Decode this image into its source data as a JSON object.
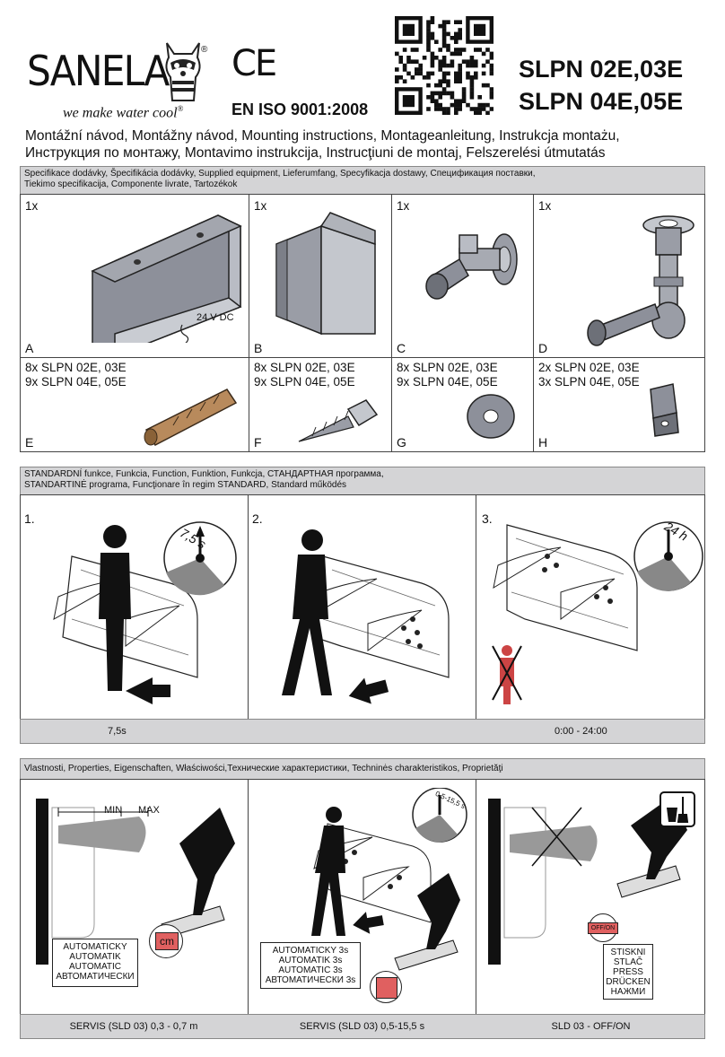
{
  "header": {
    "brand": "SANELA",
    "tagline": "we make water cool",
    "registered": "®",
    "ce_mark": "CE",
    "iso": "EN ISO 9001:2008",
    "model_line1": "SLPN 02E,03E",
    "model_line2": "SLPN 04E,05E",
    "instructions_line1": "Montážní návod, Montážny návod, Mounting instructions, Montageanleitung, Instrukcja montażu,",
    "instructions_line2": "Инструкция по монтажу, Montavimo instrukcija, Instrucţiuni de montaj, Felszerelési útmutatás"
  },
  "supplied": {
    "title_line1": "Specifikace dodávky, Špecifikácia dodávky, Supplied equipment, Lieferumfang, Specyfikacja dostawy, Спецификация поставки,",
    "title_line2": "Tiekimo specifikacija, Componente livrate, Tartozékok",
    "items": [
      {
        "qty1": "1x",
        "qty2": "",
        "letter": "A",
        "icon": "urinal-trough",
        "note": "24 V DC"
      },
      {
        "qty1": "1x",
        "qty2": "",
        "letter": "B",
        "icon": "cover-bracket",
        "note": ""
      },
      {
        "qty1": "1x",
        "qty2": "",
        "letter": "C",
        "icon": "angle-valve",
        "note": ""
      },
      {
        "qty1": "1x",
        "qty2": "",
        "letter": "D",
        "icon": "siphon-trap",
        "note": ""
      },
      {
        "qty1": "8x SLPN 02E, 03E",
        "qty2": "9x SLPN 04E, 05E",
        "letter": "E",
        "icon": "wall-plug",
        "note": ""
      },
      {
        "qty1": "8x SLPN 02E, 03E",
        "qty2": "9x SLPN 04E, 05E",
        "letter": "F",
        "icon": "screw",
        "note": ""
      },
      {
        "qty1": "8x SLPN 02E, 03E",
        "qty2": "9x SLPN 04E, 05E",
        "letter": "G",
        "icon": "washer",
        "note": ""
      },
      {
        "qty1": "2x SLPN 02E, 03E",
        "qty2": "3x SLPN 04E, 05E",
        "letter": "H",
        "icon": "mounting-plate",
        "note": ""
      }
    ]
  },
  "standard": {
    "title_line1": "STANDARDNÍ funkce, Funkcia, Function, Funktion, Funkcja, СТАНДАРТНАЯ программа,",
    "title_line2": "STANDARTINĖ programa, Funcţionare în regim STANDARD, Standard működés",
    "steps": [
      {
        "num": "1.",
        "timer": "7,5 s"
      },
      {
        "num": "2.",
        "timer": ""
      },
      {
        "num": "3.",
        "timer": "24 h"
      }
    ],
    "caption_left": "7,5s",
    "caption_right": "0:00 - 24:00"
  },
  "properties": {
    "title": "Vlastnosti, Properties, Eigenschaften, Właściwości,Технические характеристики, Techninės charakteristikos, Proprietăţi",
    "panel1": {
      "min": "MIN",
      "max": "MAX",
      "badge": "cm",
      "labels": [
        "AUTOMATICKY",
        "AUTOMATIK",
        "AUTOMATIC",
        "АВТОМАТИЧЕСКИ"
      ],
      "caption": "SERVIS (SLD 03) 0,3 - 0,7 m"
    },
    "panel2": {
      "timer": "0,5-15,5 s",
      "labels": [
        "AUTOMATICKY 3s",
        "AUTOMATIK 3s",
        "AUTOMATIC 3s",
        "АВТОМАТИЧЕСКИ 3s"
      ],
      "caption": "SERVIS (SLD 03) 0,5-15,5 s"
    },
    "panel3": {
      "badge": "OFF/ON",
      "labels": [
        "STISKNI",
        "STLAČ",
        "PRESS",
        "DRÜCKEN",
        "НАЖМИ"
      ],
      "caption": "SLD 03 - OFF/ON"
    }
  }
}
